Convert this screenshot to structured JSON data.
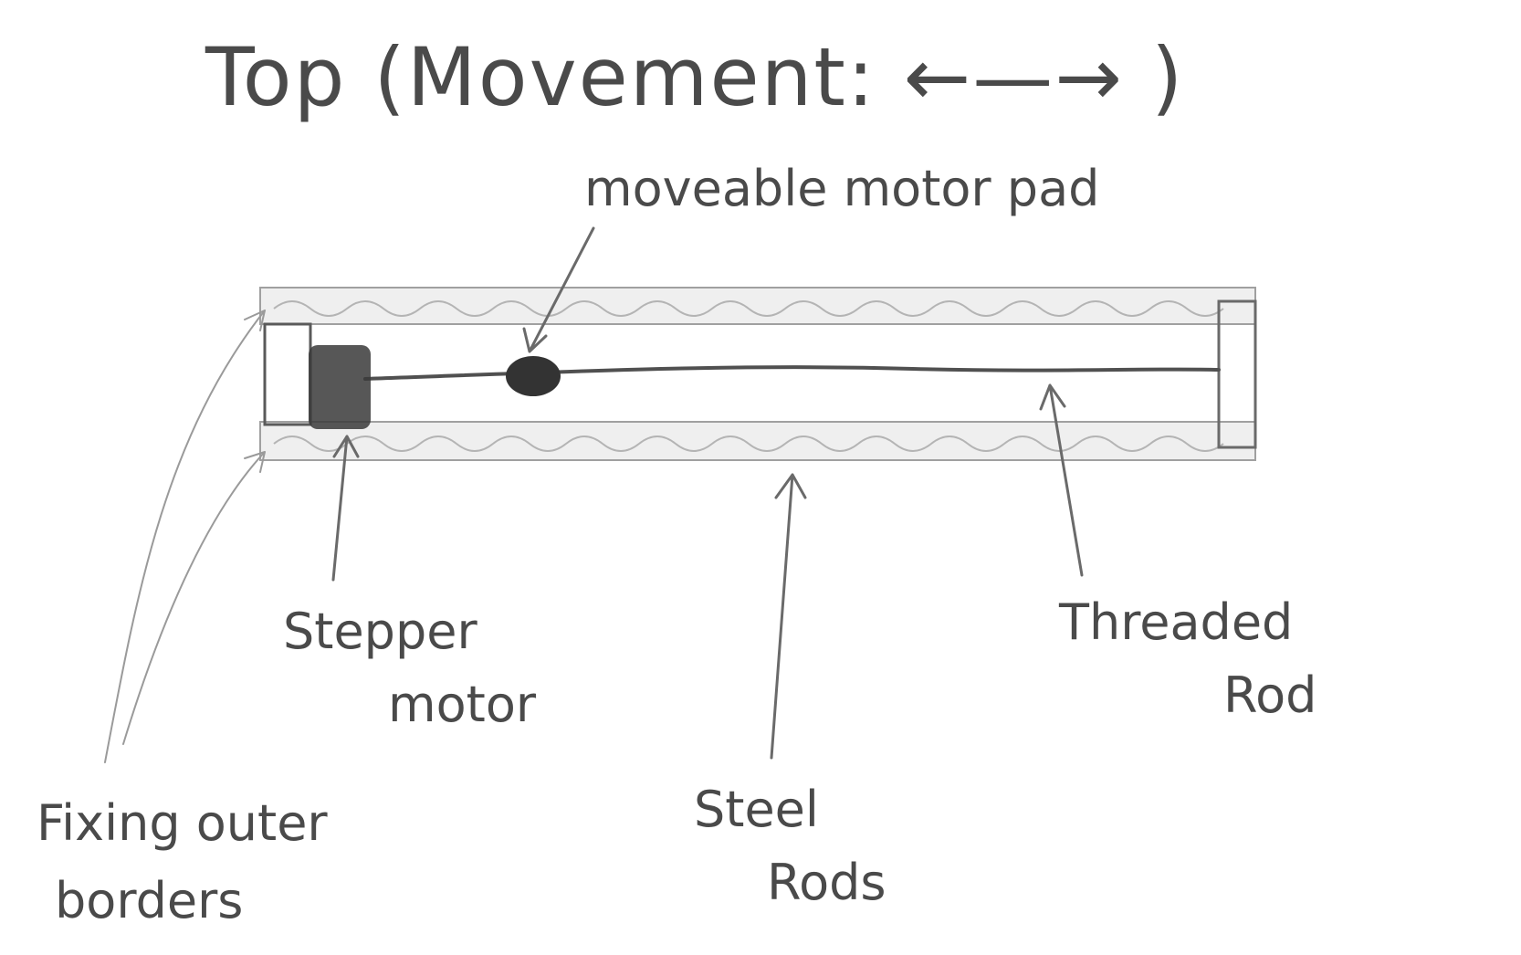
{
  "diagram": {
    "title": "Top (Movement: ←—→ )",
    "labels": {
      "moveable_motor_pad": "moveable motor pad",
      "stepper_motor_line1": "Stepper",
      "stepper_motor_line2": "motor",
      "threaded_rod_line1": "Threaded",
      "threaded_rod_line2": "Rod",
      "steel_rods_line1": "Steel",
      "steel_rods_line2": "Rods",
      "fixing_borders_line1": "Fixing outer",
      "fixing_borders_line2": "borders"
    },
    "colors": {
      "pencil": "#6a6a6a",
      "shading": "#b4b4b4",
      "motor": "#3a3a3a",
      "paper": "#ffffff"
    }
  }
}
